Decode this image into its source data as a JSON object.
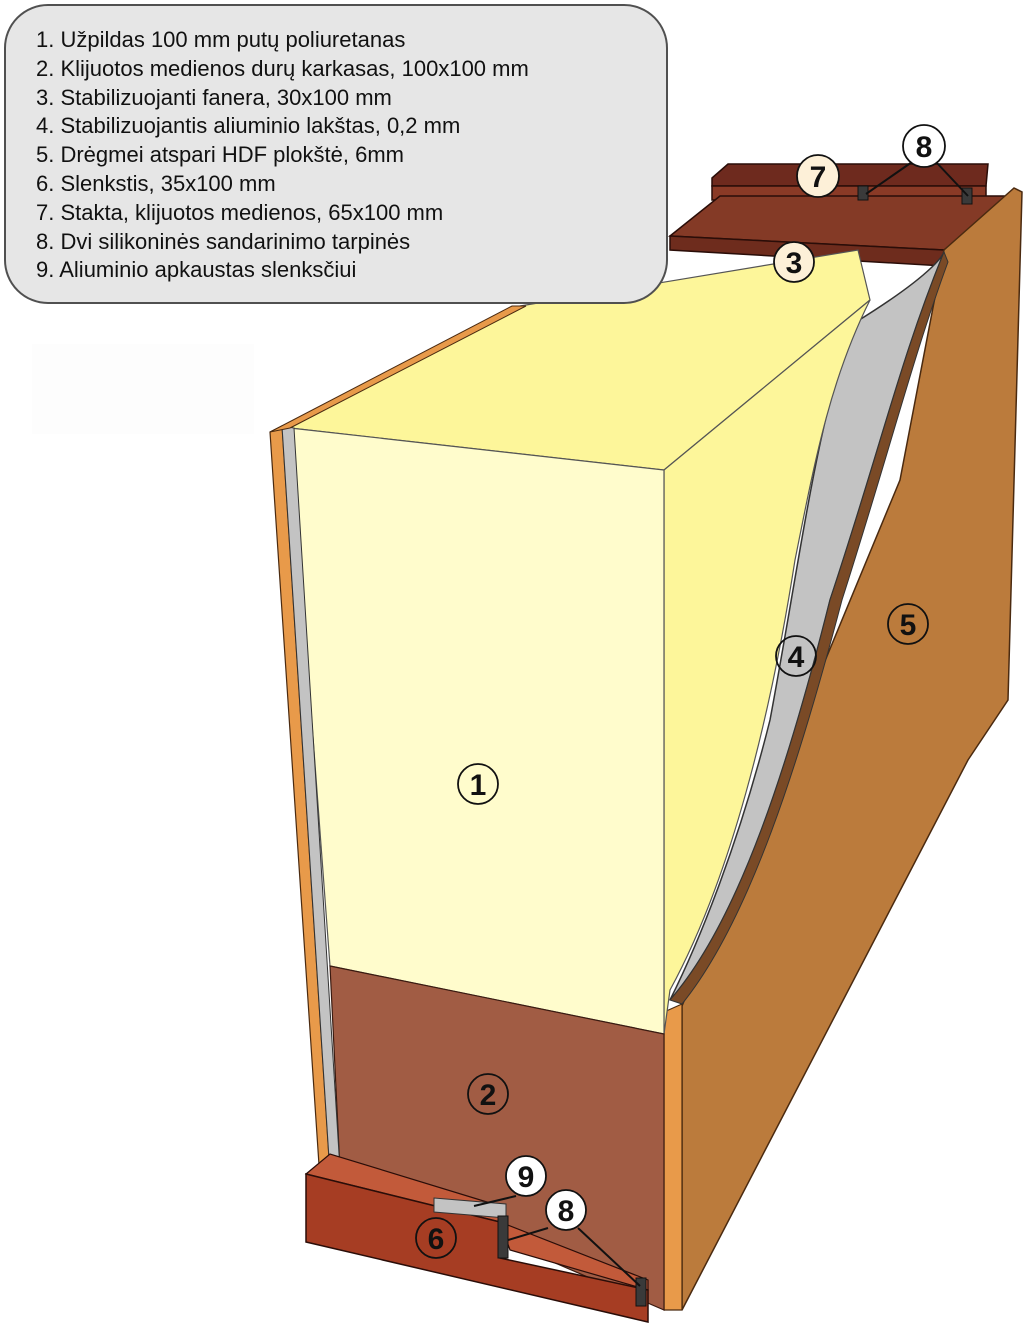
{
  "legend": {
    "items": [
      "1. Užpildas 100 mm putų poliuretanas",
      "2. Klijuotos medienos durų karkasas, 100x100 mm",
      "3. Stabilizuojanti fanera, 30x100 mm",
      "4. Stabilizuojantis aliuminio lakštas, 0,2 mm",
      "5. Drėgmei atspari HDF plokštė, 6mm",
      "6. Slenkstis, 35x100 mm",
      "7. Stakta, klijuotos medienos, 65x100 mm",
      "8. Dvi silikoninės sandarinimo tarpinės",
      "9. Aliuminio apkaustas slenksčiui"
    ]
  },
  "callouts": {
    "c1": "1",
    "c2": "2",
    "c3": "3",
    "c4": "4",
    "c5": "5",
    "c6": "6",
    "c7": "7",
    "c8_top": "8",
    "c8_bottom": "8",
    "c9": "9"
  },
  "colors": {
    "foam_front": "#fffccc",
    "foam_side": "#fdf69a",
    "frame_wood": "#a15c44",
    "hdf_panel": "#bb7b3c",
    "aluminium_sheet": "#c3c3c3",
    "threshold": "#a63d23",
    "legend_bg": "#e6e6e6"
  }
}
